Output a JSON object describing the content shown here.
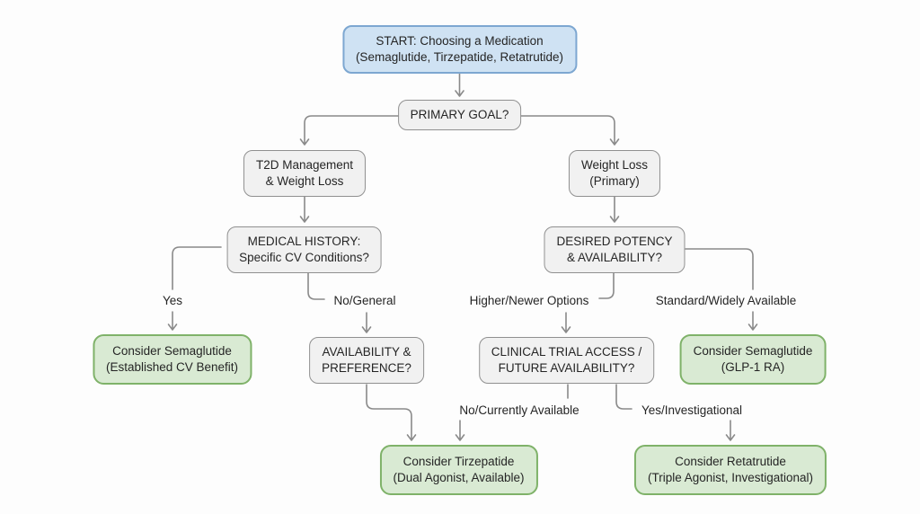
{
  "diagram": {
    "nodes": {
      "start": {
        "line1": "START: Choosing a Medication",
        "line2": "(Semaglutide, Tirzepatide, Retatrutide)"
      },
      "primary_goal": {
        "line1": "PRIMARY GOAL?"
      },
      "t2d_management": {
        "line1": "T2D Management",
        "line2": "& Weight Loss"
      },
      "weight_loss": {
        "line1": "Weight Loss",
        "line2": "(Primary)"
      },
      "medical_history": {
        "line1": "MEDICAL HISTORY:",
        "line2": "Specific CV Conditions?"
      },
      "desired_potency": {
        "line1": "DESIRED POTENCY",
        "line2": "& AVAILABILITY?"
      },
      "semaglutide_cv": {
        "line1": "Consider Semaglutide",
        "line2": "(Established CV Benefit)"
      },
      "availability_preference": {
        "line1": "AVAILABILITY &",
        "line2": "PREFERENCE?"
      },
      "clinical_trial": {
        "line1": "CLINICAL TRIAL ACCESS /",
        "line2": "FUTURE AVAILABILITY?"
      },
      "semaglutide_glp1": {
        "line1": "Consider Semaglutide",
        "line2": "(GLP-1 RA)"
      },
      "tirzepatide": {
        "line1": "Consider Tirzepatide",
        "line2": "(Dual Agonist, Available)"
      },
      "retatrutide": {
        "line1": "Consider Retatrutide",
        "line2": "(Triple Agonist, Investigational)"
      }
    },
    "edge_labels": {
      "yes": "Yes",
      "no_general": "No/General",
      "higher_newer": "Higher/Newer Options",
      "standard_widely": "Standard/Widely Available",
      "no_currently": "No/Currently Available",
      "yes_investigational": "Yes/Investigational"
    },
    "colors": {
      "background": "#fdfdfd",
      "text": "#252525",
      "connector": "#8a8a8a",
      "start_fill": "#cfe2f3",
      "start_border": "#7da7d1",
      "decision_fill": "#f1f1f1",
      "decision_border": "#909090",
      "outcome_fill": "#d9ead3",
      "outcome_border": "#7fb269"
    }
  }
}
